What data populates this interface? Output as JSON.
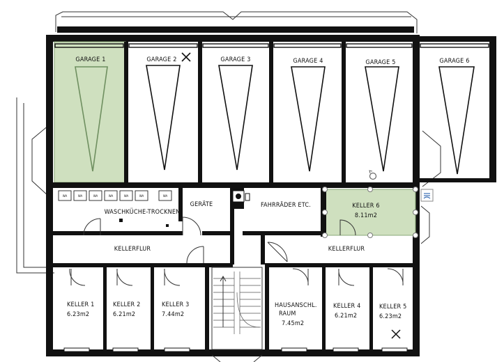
{
  "plan": {
    "garages": [
      "GARAGE 1",
      "GARAGE 2",
      "GARAGE 3",
      "GARAGE 4",
      "GARAGE 5",
      "GARAGE 6"
    ],
    "rooms": {
      "waschkueche": "WASCHKÜCHE-TROCKNEN",
      "geraete": "GERÄTE",
      "fahrraeder": "FAHRRÄDER ETC.",
      "kellerflur_left": "KELLERFLUR",
      "kellerflur_right": "KELLERFLUR"
    },
    "keller6": {
      "name": "KELLER 6",
      "area": "8.11m2"
    },
    "kellers": [
      {
        "name": "KELLER 1",
        "area": "6.23m2"
      },
      {
        "name": "KELLER 2",
        "area": "6.21m2"
      },
      {
        "name": "KELLER 3",
        "area": "7.44m2"
      },
      {
        "name": "HAUSANSCHL.",
        "name2": "RAUM",
        "area": "7.45m2"
      },
      {
        "name": "KELLER 4",
        "area": "6.21m2"
      },
      {
        "name": "KELLER 5",
        "area": "6.23m2"
      }
    ],
    "machines": [
      "WA",
      "WA",
      "WA",
      "WA",
      "WA",
      "WA",
      "WA"
    ],
    "colors": {
      "highlight": "#cfe0bf",
      "highlight_stroke": "#8aa878",
      "wall": "#111111"
    },
    "icons": [
      "rotate-handle-icon",
      "layout-options-icon",
      "cross-mark-icon"
    ]
  }
}
